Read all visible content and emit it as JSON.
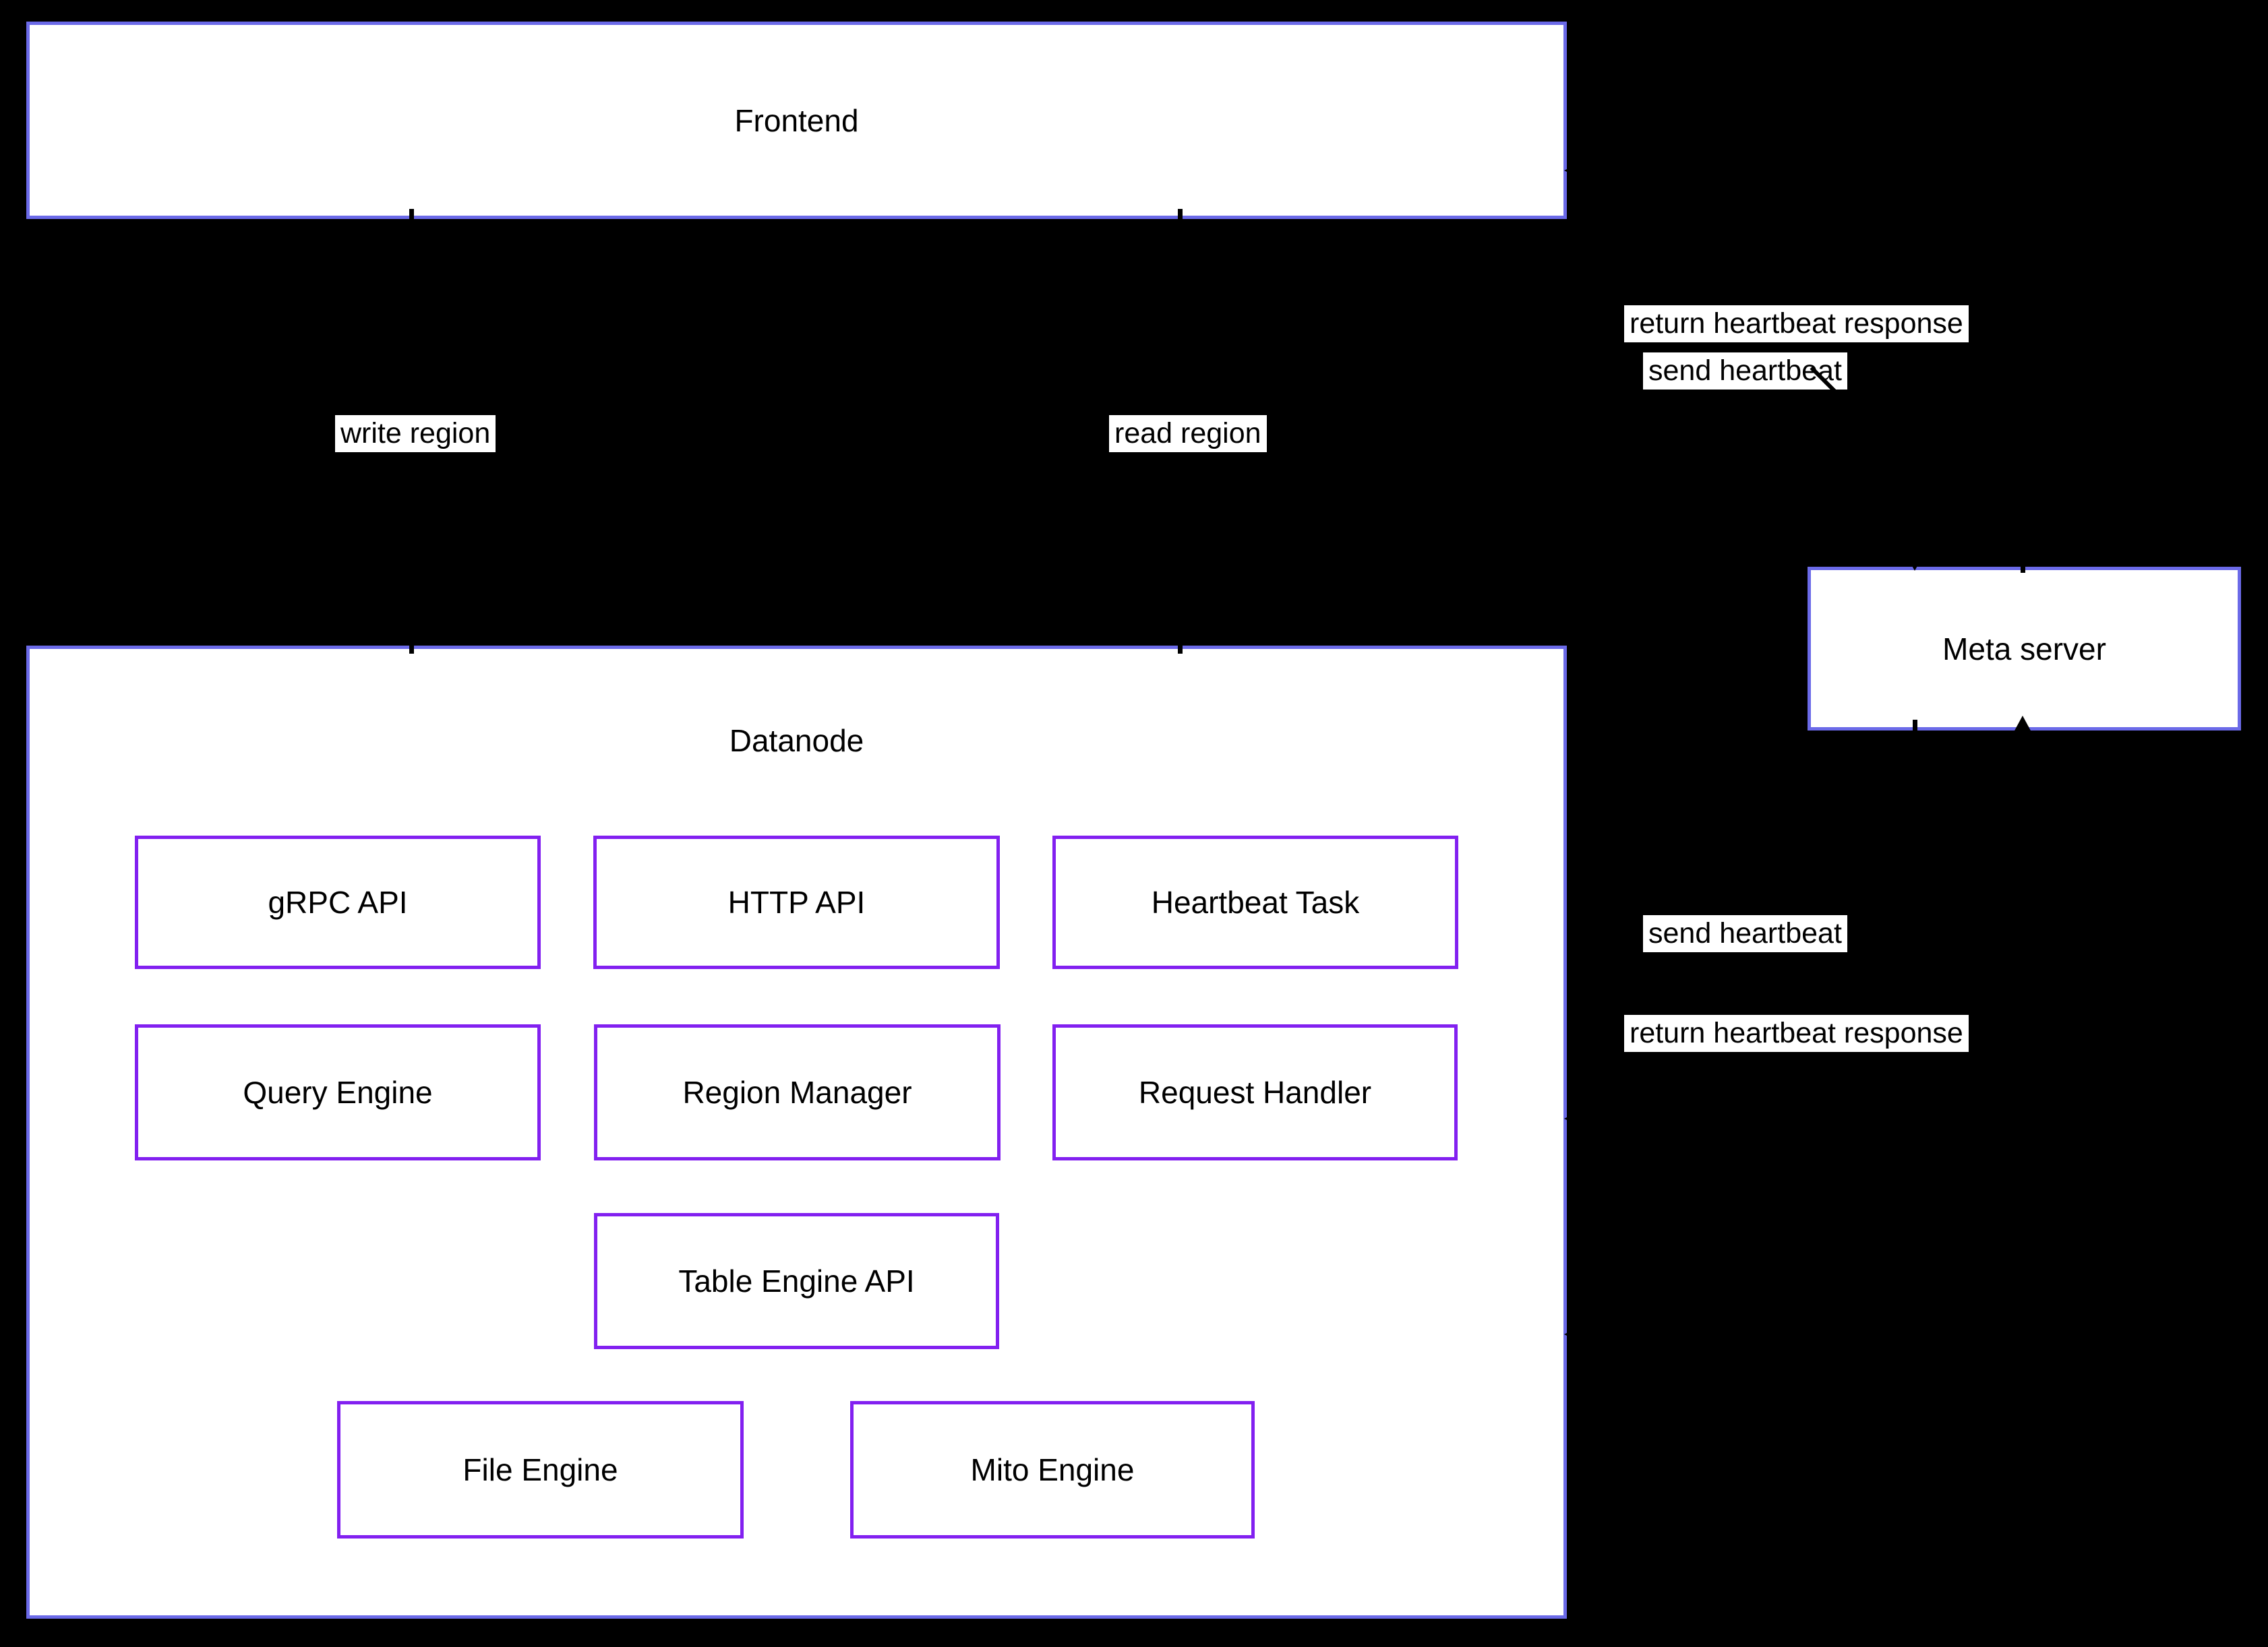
{
  "diagram": {
    "title_hint": "database node architecture diagram",
    "frontend": {
      "label": "Frontend"
    },
    "datanode": {
      "label": "Datanode",
      "components": [
        {
          "label": "gRPC API"
        },
        {
          "label": "HTTP API"
        },
        {
          "label": "Heartbeat Task"
        },
        {
          "label": "Query Engine"
        },
        {
          "label": "Region Manager"
        },
        {
          "label": "Request Handler"
        },
        {
          "label": "Table Engine API"
        },
        {
          "label": "File Engine"
        },
        {
          "label": "Mito Engine"
        }
      ]
    },
    "meta_server": {
      "label": "Meta server"
    },
    "edge_labels": {
      "write_region": "write region",
      "read_region": "read region",
      "frontend_return_heartbeat": "return heartbeat response",
      "frontend_send_heartbeat": "send heartbeat",
      "datanode_send_heartbeat": "send heartbeat",
      "datanode_return_heartbeat": "return heartbeat response"
    },
    "colors": {
      "background": "#000000",
      "container_border": "#6b6ae8",
      "component_border": "#8220f0",
      "box_fill": "#ffffff",
      "text": "#000000",
      "arrow": "#000000"
    }
  }
}
